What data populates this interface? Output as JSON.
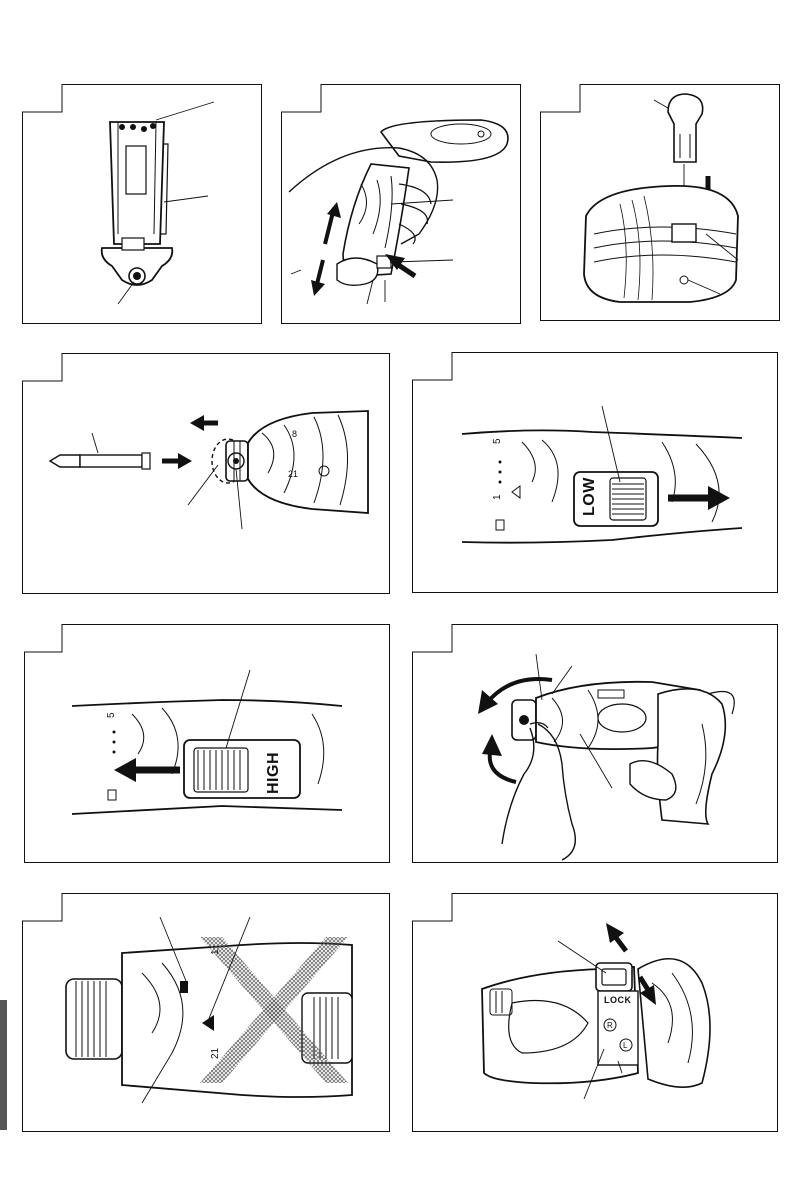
{
  "figures": [
    {
      "id": "fig1",
      "subject": "battery-pack"
    },
    {
      "id": "fig2",
      "subject": "battery-removal"
    },
    {
      "id": "fig3",
      "subject": "battery-charging"
    },
    {
      "id": "fig4",
      "subject": "bit-insertion"
    },
    {
      "id": "fig5",
      "subject": "speed-switch",
      "switch_label": "LOW",
      "ticks": [
        "5",
        "1"
      ]
    },
    {
      "id": "fig6",
      "subject": "speed-switch",
      "switch_label": "HIGH",
      "ticks": [
        "5"
      ]
    },
    {
      "id": "fig7",
      "subject": "clutch-adjustment"
    },
    {
      "id": "fig8",
      "subject": "clutch-wrong-setting",
      "ticks": [
        "1",
        "21"
      ]
    },
    {
      "id": "fig9",
      "subject": "forward-reverse-lock",
      "lock_label": "LOCK",
      "r_label": "R",
      "l_label": "L"
    }
  ],
  "colors": {
    "line": "#111111",
    "hatch": "#555555",
    "background": "#ffffff"
  }
}
